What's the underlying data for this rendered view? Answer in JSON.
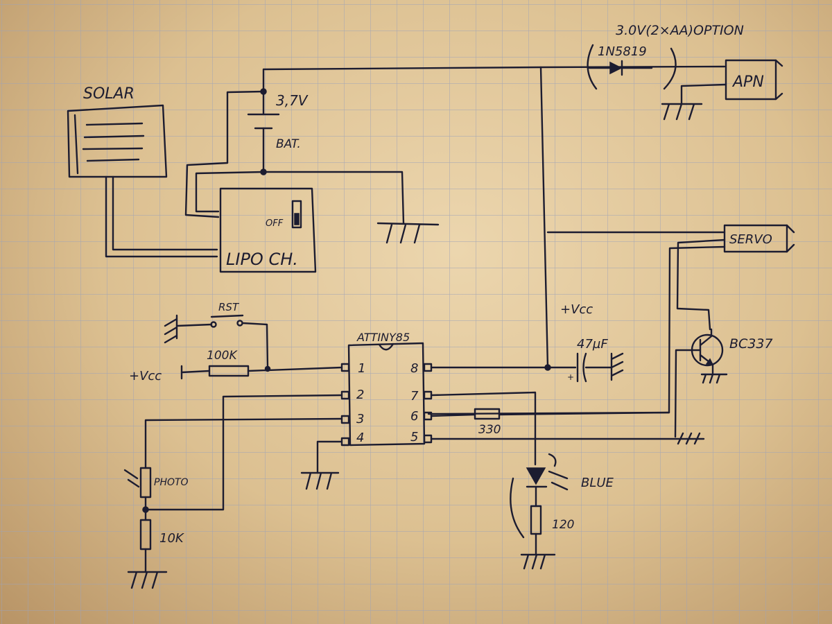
{
  "colors": {
    "paper": "#e6cda2",
    "grid": "#9ea3b6",
    "ink": "#1c1c30"
  },
  "labels": {
    "option": "3.0V(2×AA)OPTION",
    "diode": "1N5819",
    "apn": "APN",
    "solar": "SOLAR",
    "battery_voltage": "3,7V",
    "battery": "BAT.",
    "off": "OFF",
    "charger": "LIPO CH.",
    "servo": "SERVO",
    "vcc_right": "+Vcc",
    "transistor": "BC337",
    "cap": "47µF",
    "rst": "RST",
    "r_pullup": "100K",
    "vcc_left": "+Vcc",
    "chip": "ATTINY85",
    "pins": [
      "1",
      "2",
      "3",
      "4",
      "8",
      "7",
      "6",
      "5"
    ],
    "r_base": "330",
    "led": "BLUE",
    "r_led": "120",
    "photo": "PHOTO",
    "r_photo": "10K"
  }
}
